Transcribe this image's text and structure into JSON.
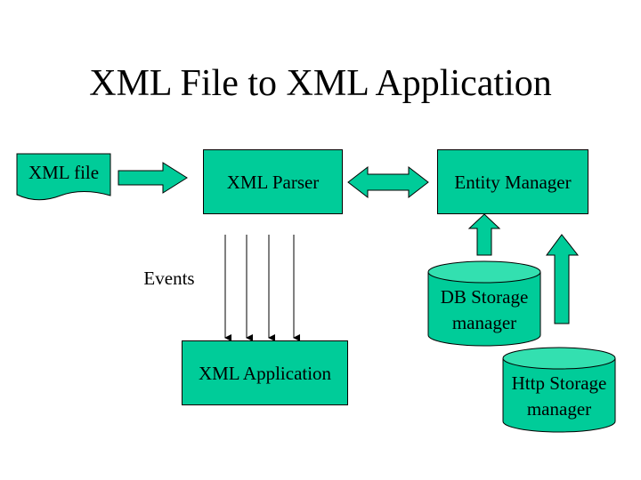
{
  "slide": {
    "title": "XML File to XML Application"
  },
  "nodes": {
    "xml_file": "XML file",
    "xml_parser": "XML Parser",
    "entity_manager": "Entity Manager",
    "xml_application": "XML Application",
    "db_storage_line1": "DB Storage",
    "db_storage_line2": "manager",
    "http_storage_line1": "Http Storage",
    "http_storage_line2": "manager"
  },
  "edges": {
    "events_label": "Events"
  },
  "colors": {
    "shape_fill": "#00cc99",
    "shape_top": "#33e0b0",
    "stroke": "#000000"
  }
}
